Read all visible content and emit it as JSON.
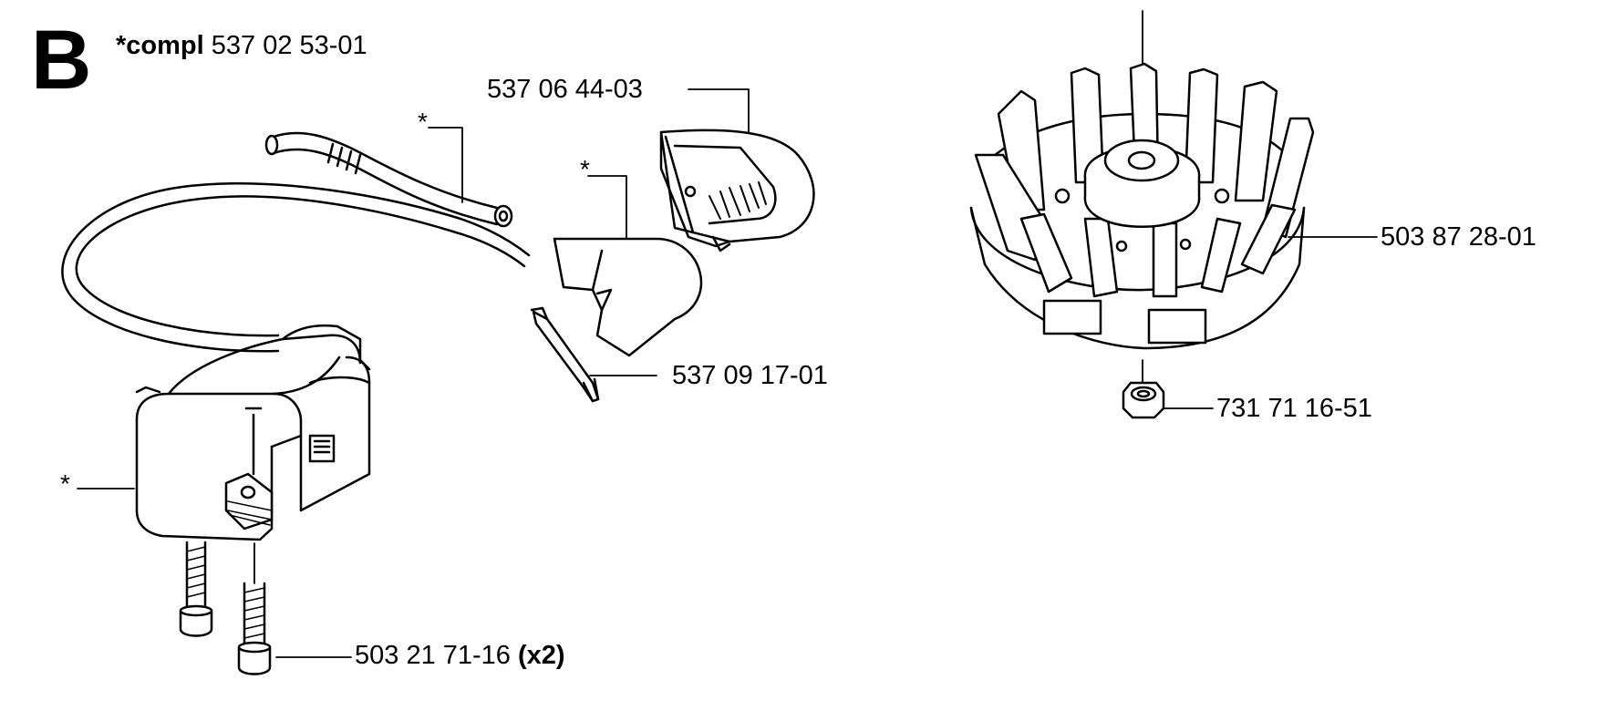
{
  "header": {
    "section_letter": "B",
    "compl_prefix": "*compl",
    "compl_number": "537 02 53-01"
  },
  "labels": {
    "cover": "537 06 44-03",
    "bracket": "537 09 17-01",
    "flywheel": "503 87 28-01",
    "nut": "731 71 16-51",
    "screw_number": "503 21 71-16",
    "screw_qty": "(x2)",
    "star_fuel_hose": "*",
    "star_plate": "*",
    "star_tank": "*"
  },
  "colors": {
    "ink": "#000000",
    "paper": "#ffffff",
    "shade": "#d9d9d9"
  }
}
